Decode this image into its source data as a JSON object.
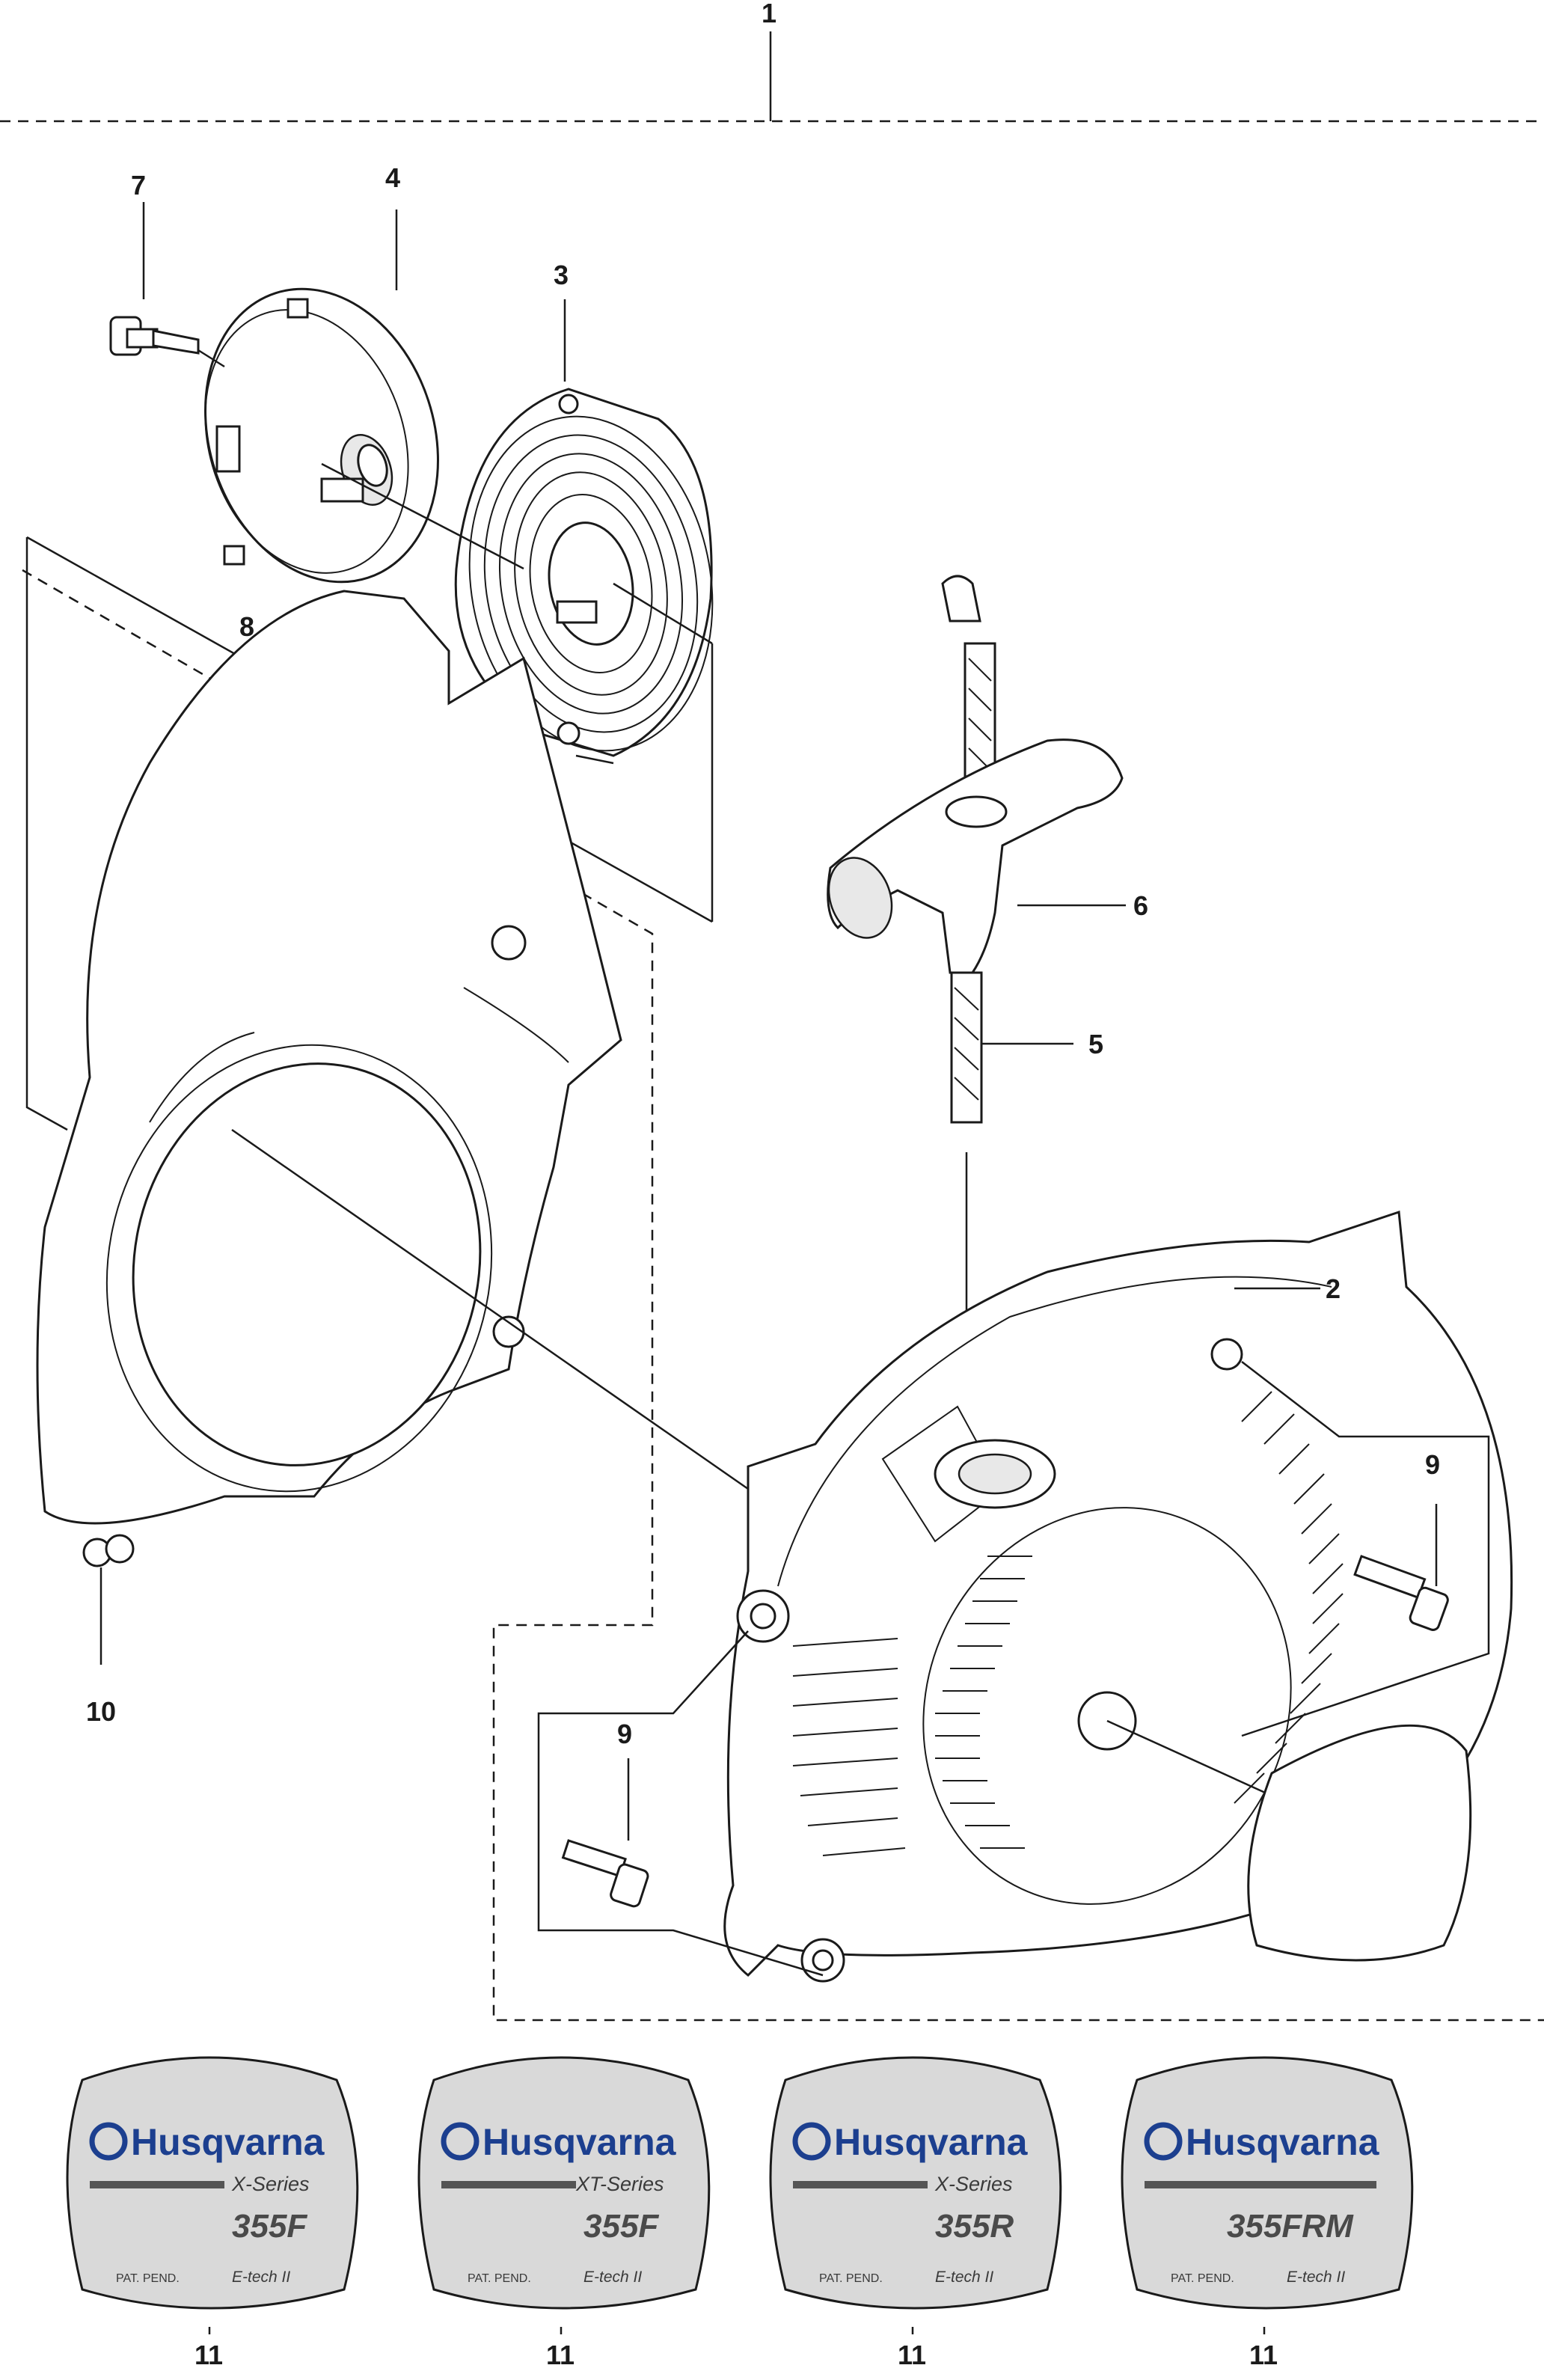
{
  "callouts": {
    "c1": "1",
    "c2": "2",
    "c3": "3",
    "c4": "4",
    "c5": "5",
    "c6": "6",
    "c7": "7",
    "c8": "8",
    "c9a": "9",
    "c9b": "9",
    "c10": "10",
    "c11a": "11",
    "c11b": "11",
    "c11c": "11",
    "c11d": "11"
  },
  "decals": [
    {
      "brand": "Husqvarna",
      "series": "X-Series",
      "model": "355F",
      "pat": "PAT. PEND.",
      "etech": "E-tech II"
    },
    {
      "brand": "Husqvarna",
      "series": "XT-Series",
      "model": "355F",
      "pat": "PAT. PEND.",
      "etech": "E-tech II"
    },
    {
      "brand": "Husqvarna",
      "series": "X-Series",
      "model": "355R",
      "pat": "PAT. PEND.",
      "etech": "E-tech II"
    },
    {
      "brand": "Husqvarna",
      "series": "",
      "model": "355FRM",
      "pat": "PAT. PEND.",
      "etech": "E-tech II"
    }
  ],
  "colors": {
    "brand_blue": "#1c3f8f",
    "decal_gray": "#d9d9d9",
    "line": "#1a1a1a"
  }
}
